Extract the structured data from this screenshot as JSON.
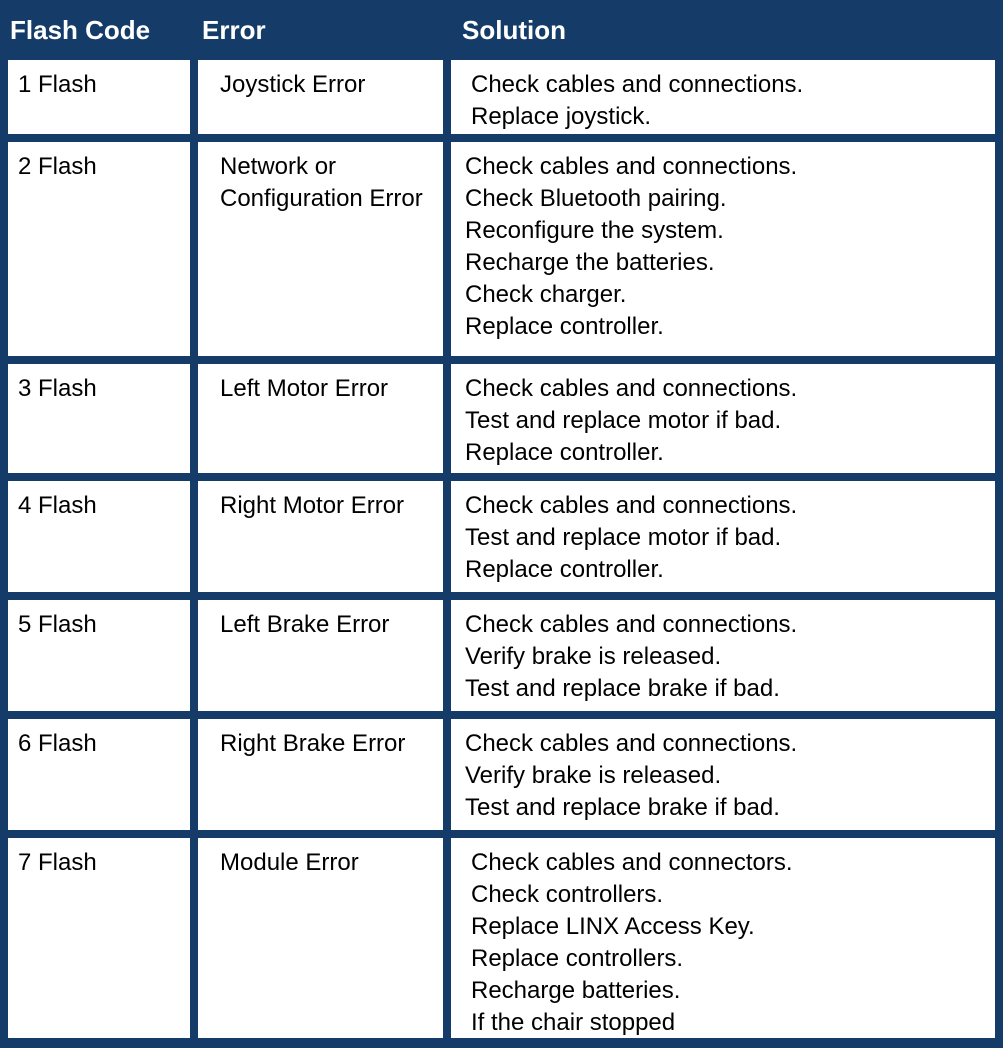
{
  "table": {
    "title": "Flash Code Error Solution Table",
    "accent_color": "#153C69",
    "header_text_color": "#FFFFFF",
    "body_background": "#FFFFFF",
    "body_text_color": "#000000",
    "columns": [
      {
        "key": "flash_code",
        "label": "Flash Code"
      },
      {
        "key": "error",
        "label": "Error"
      },
      {
        "key": "solution",
        "label": "Solution"
      }
    ],
    "rows": [
      {
        "flash_code": "1 Flash",
        "error": "Joystick Error",
        "solution_lines": [
          "Check cables and connections.",
          "Replace joystick."
        ]
      },
      {
        "flash_code": "2 Flash",
        "error": "Network or Configuration Error",
        "solution_lines": [
          "Check cables and connections.",
          "Check Bluetooth pairing.",
          "Reconfigure the system.",
          "Recharge the batteries.",
          "Check charger.",
          "Replace controller."
        ]
      },
      {
        "flash_code": "3 Flash",
        "error": "Left Motor Error",
        "solution_lines": [
          "Check cables and connections.",
          "Test and replace motor if bad.",
          "Replace controller."
        ]
      },
      {
        "flash_code": "4 Flash",
        "error": "Right Motor Error",
        "solution_lines": [
          "Check cables and connections.",
          "Test and replace motor if bad.",
          "Replace controller."
        ]
      },
      {
        "flash_code": "5 Flash",
        "error": "Left Brake Error",
        "solution_lines": [
          "Check cables and connections.",
          "Verify brake is released.",
          "Test and replace brake if bad."
        ]
      },
      {
        "flash_code": "6 Flash",
        "error": "Right Brake Error",
        "solution_lines": [
          "Check cables and connections.",
          "Verify brake is released.",
          "Test and replace brake if bad."
        ]
      },
      {
        "flash_code": "7 Flash",
        "error": "Module Error",
        "solution_lines": [
          "Check cables and connectors.",
          "Check controllers.",
          "Replace LINX Access Key.",
          "Replace controllers.",
          "Recharge batteries.",
          "If the chair stopped"
        ]
      }
    ]
  }
}
